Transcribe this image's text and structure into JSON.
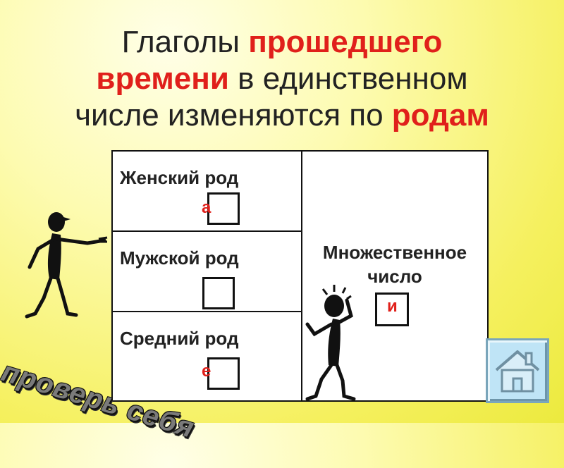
{
  "title": {
    "part1": "Глаголы ",
    "hl1": "прошедшего",
    "hl2": "времени",
    "part2": " в единственном",
    "part3": "числе изменяются по ",
    "hl3": "родам"
  },
  "table": {
    "rows": [
      {
        "label": "Женский род",
        "ending": "а"
      },
      {
        "label": "Мужской род",
        "ending": ""
      },
      {
        "label": "Средний род",
        "ending": "е"
      }
    ],
    "plural": {
      "line1": "Множественное",
      "line2": "число",
      "ending": "и"
    }
  },
  "stamp_text": "проверь себя",
  "icons": {
    "home": "home-icon"
  },
  "colors": {
    "accent": "#e0201b",
    "home_button": "#bfe4f6"
  }
}
